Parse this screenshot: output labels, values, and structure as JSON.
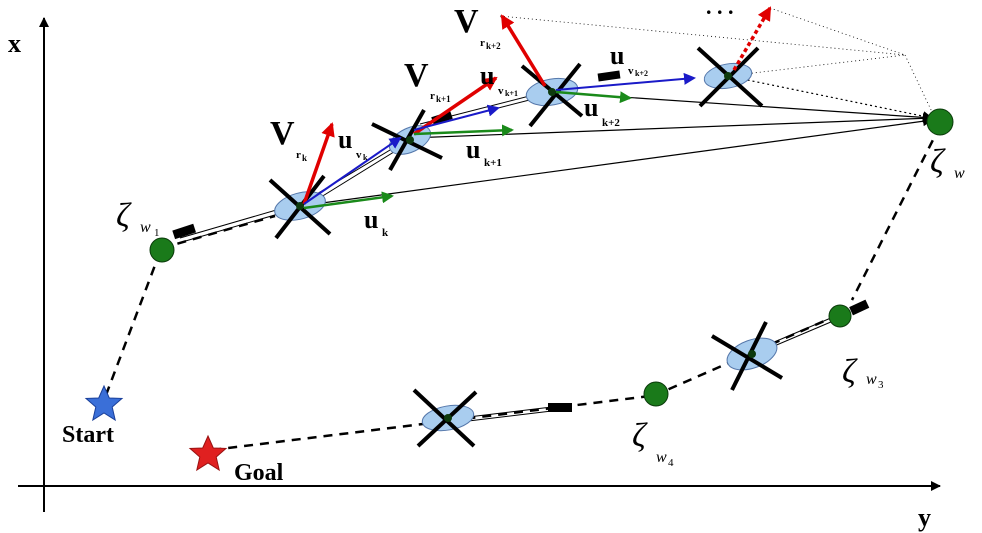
{
  "axes": {
    "x_label": "x",
    "y_label": "y"
  },
  "markers": {
    "start_label": "Start",
    "goal_label": "Goal"
  },
  "waypoints": {
    "w": "w",
    "w1": "w",
    "w1_sub": "1",
    "w3": "w",
    "w3_sub": "3",
    "w4": "w",
    "w4_sub": "4",
    "zeta": "ζ"
  },
  "labels": {
    "V": "V",
    "u": "u",
    "r_k": "r",
    "r_k_sub": "k",
    "r_k1": "r",
    "r_k1_sub": "k+1",
    "r_k2": "r",
    "r_k2_sub": "k+2",
    "u_vk_sub": "v",
    "u_vk_subsub": "k",
    "u_vk1_sub": "v",
    "u_vk1_subsub": "k+1",
    "u_vk2_sub": "v",
    "u_vk2_subsub": "k+2",
    "u_k": "k",
    "u_k1": "k+1",
    "u_k2": "k+2",
    "ellipsis": ". . ."
  },
  "colors": {
    "waypoint": "#1a7a1a",
    "start_star": "#3a6fd8",
    "goal_star": "#e02020",
    "red_arrow": "#e00000",
    "blue_arrow": "#1a1ac8",
    "green_arrow": "#1a8a1a",
    "quad_body": "#a9cdef"
  }
}
